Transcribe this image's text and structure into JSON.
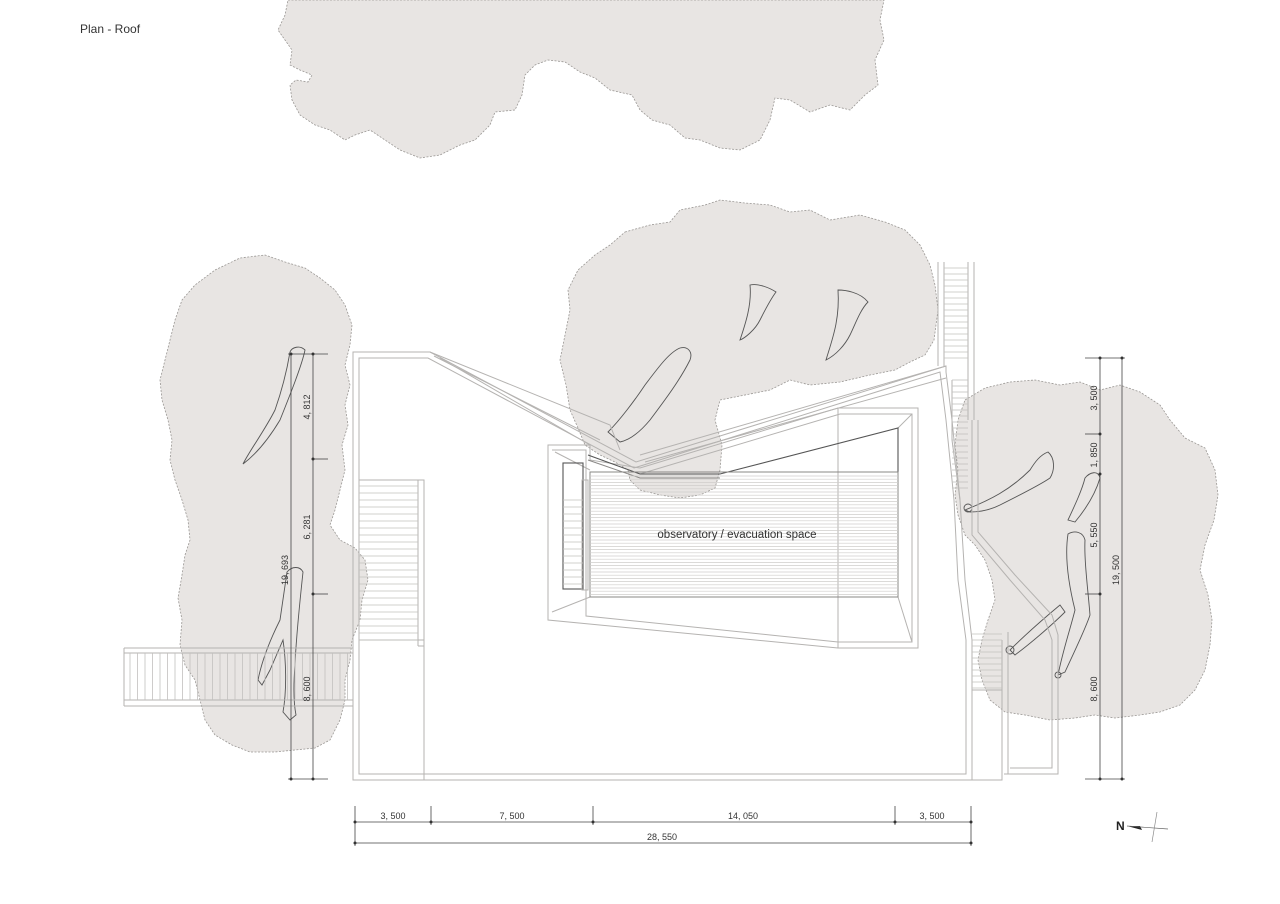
{
  "drawing": {
    "title": "Plan - Roof",
    "space_label": "observatory / evacuation space",
    "north_label": "N"
  },
  "dimensions": {
    "bottom": {
      "segments": [
        "3, 500",
        "7, 500",
        "14, 050",
        "3, 500"
      ],
      "total": "28, 550"
    },
    "left": {
      "segments": [
        "4, 812",
        "6, 281",
        "8, 600"
      ],
      "total": "19, 693"
    },
    "right": {
      "segments": [
        "3, 500",
        "1, 850",
        "5, 550",
        "8, 600"
      ],
      "total": "19, 500"
    }
  },
  "colors": {
    "tree_fill": "#e8e5e3",
    "tree_outline": "#9a9794",
    "line_light": "#b5b3b1",
    "line_dark": "#555555",
    "background": "#ffffff"
  }
}
